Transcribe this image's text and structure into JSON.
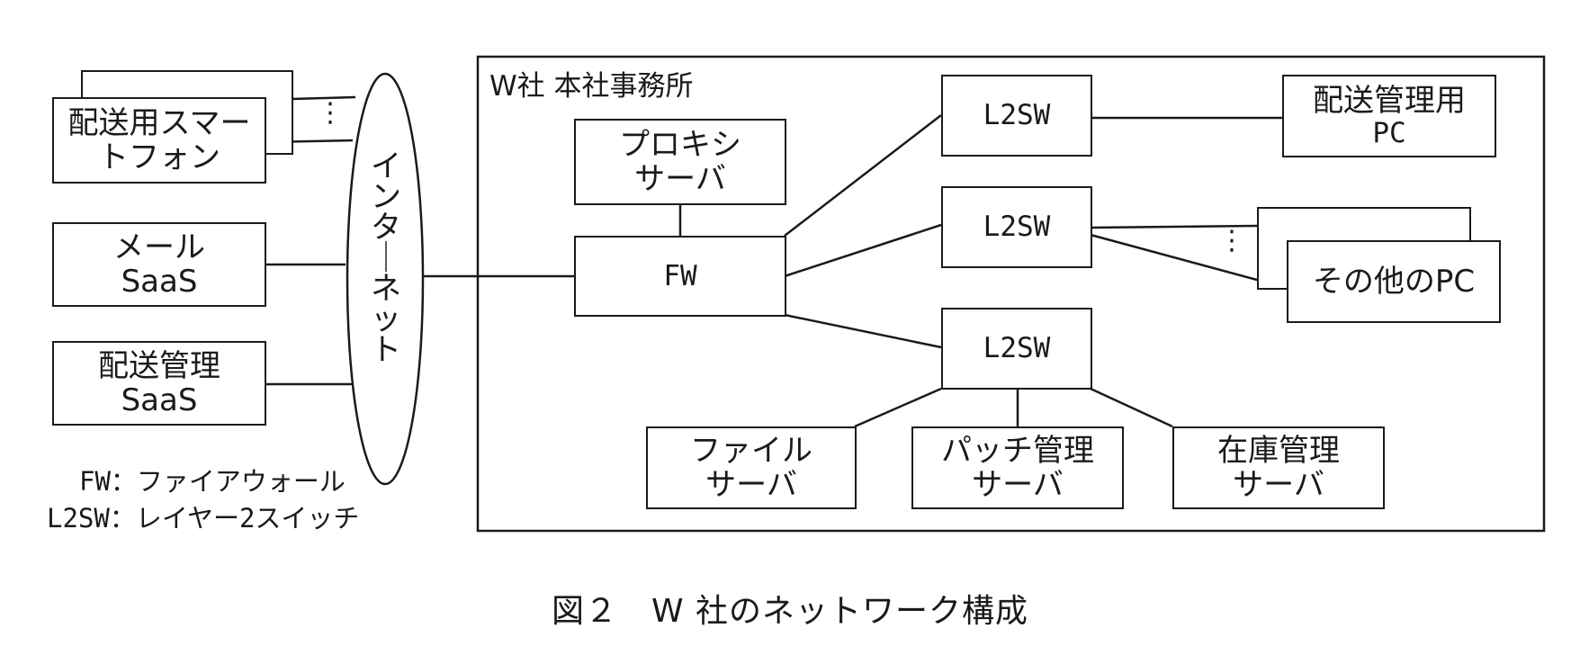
{
  "internet": {
    "label": "インターネット"
  },
  "external": {
    "smartphone": [
      "配送用スマー",
      "トフォン"
    ],
    "mail_saas": [
      "メール",
      "SaaS"
    ],
    "delivery_saas": [
      "配送管理",
      "SaaS"
    ]
  },
  "office": {
    "title": "W社 本社事務所",
    "proxy": [
      "プロキシ",
      "サーバ"
    ],
    "fw": "FW",
    "l2sw_top": "L2SW",
    "l2sw_mid": "L2SW",
    "l2sw_bottom": "L2SW",
    "delivery_pc": [
      "配送管理用",
      "PC"
    ],
    "other_pc": "その他のPC",
    "file_server": [
      "ファイル",
      "サーバ"
    ],
    "patch_server": [
      "パッチ管理",
      "サーバ"
    ],
    "inventory_server": [
      "在庫管理",
      "サーバ"
    ]
  },
  "legend": {
    "fw": "FW：ファイアウォール",
    "l2sw": "L2SW：レイヤー2スイッチ"
  },
  "caption": "図２　W 社のネットワーク構成",
  "colors": {
    "line": "#1a1a1a",
    "background": "#ffffff"
  }
}
